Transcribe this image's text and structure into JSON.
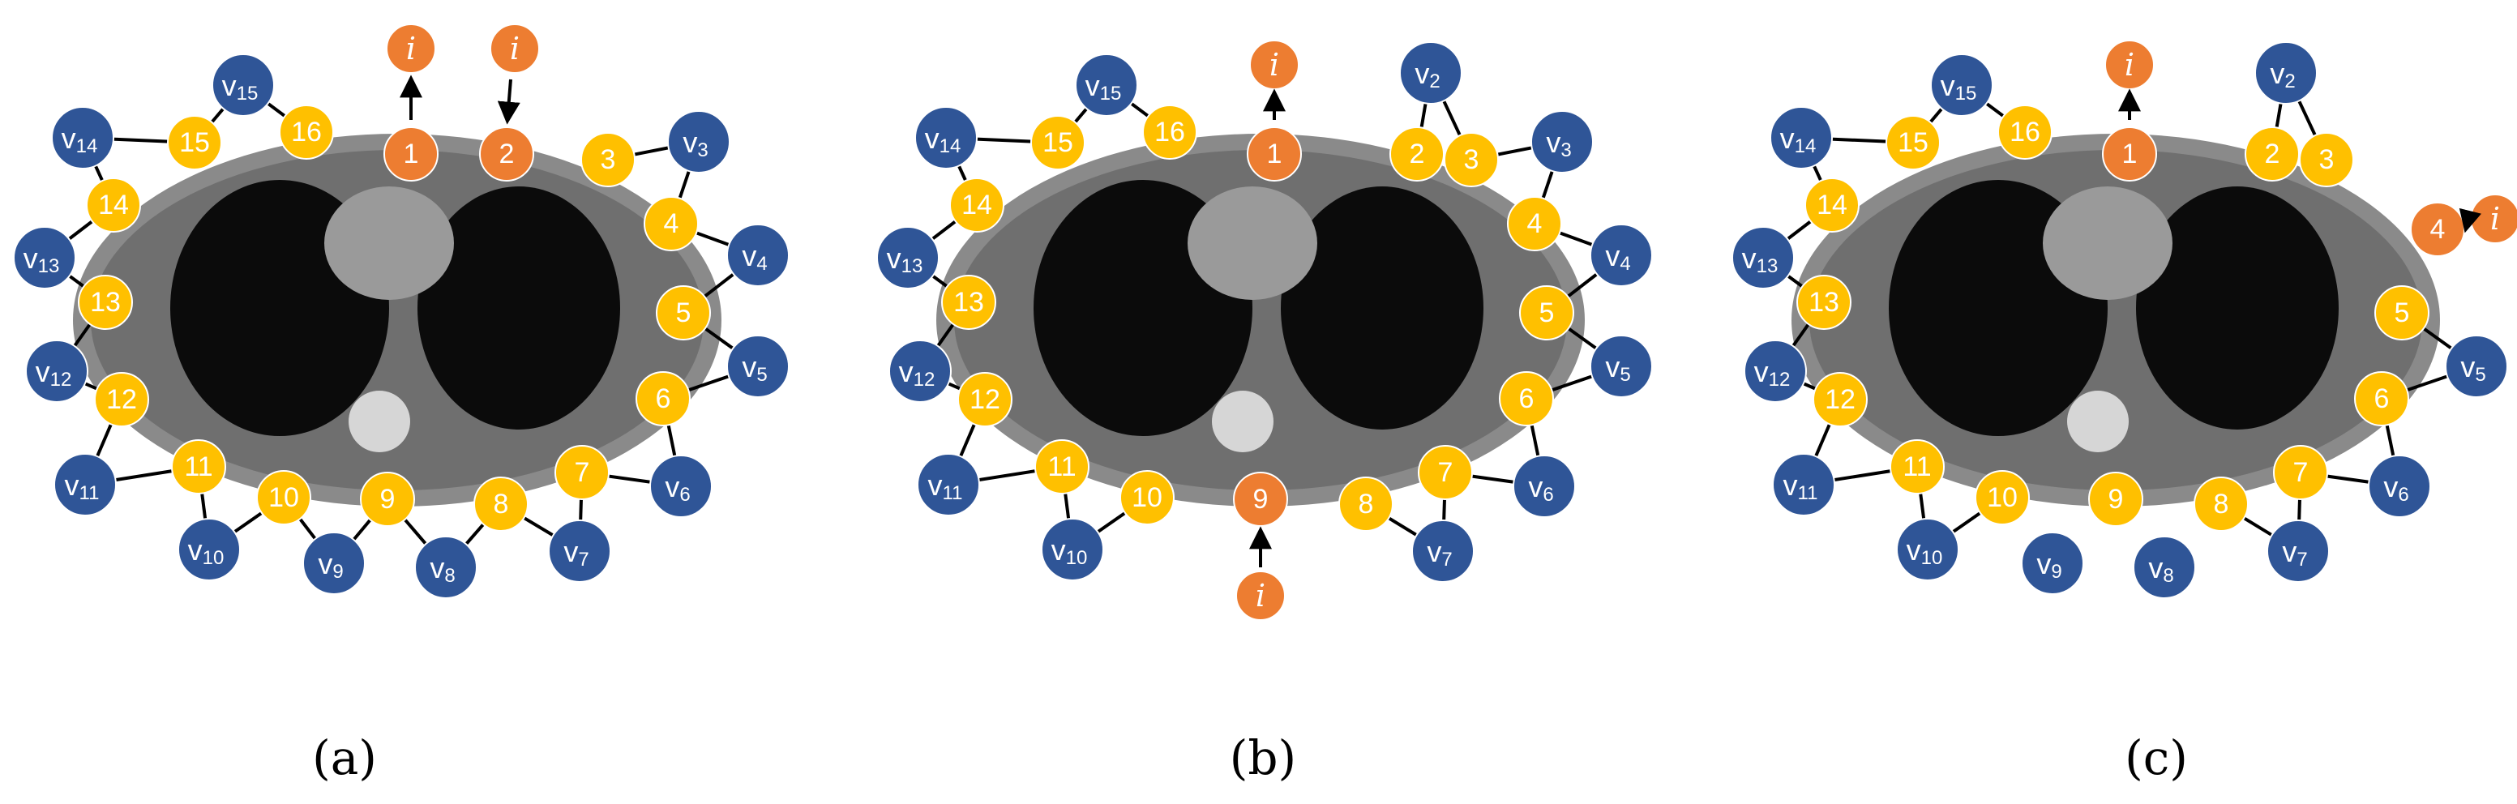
{
  "colors": {
    "sensor": "#FFC000",
    "vertex": "#2F5597",
    "informed": "#ED7D31",
    "edge": "#000000",
    "body": "#8a8a8a",
    "lung": "#0b0b0b"
  },
  "info_label": "i",
  "panels": [
    {
      "caption": "(a)",
      "sensors": [
        "1",
        "2",
        "3",
        "4",
        "5",
        "6",
        "7",
        "8",
        "9",
        "10",
        "11",
        "12",
        "13",
        "14",
        "15",
        "16"
      ],
      "informed_sensors": [
        "1",
        "2"
      ],
      "vertices": [
        {
          "base": "v",
          "sub": "3"
        },
        {
          "base": "v",
          "sub": "4"
        },
        {
          "base": "v",
          "sub": "5"
        },
        {
          "base": "v",
          "sub": "6"
        },
        {
          "base": "v",
          "sub": "7"
        },
        {
          "base": "v",
          "sub": "8"
        },
        {
          "base": "v",
          "sub": "9"
        },
        {
          "base": "v",
          "sub": "10"
        },
        {
          "base": "v",
          "sub": "11"
        },
        {
          "base": "v",
          "sub": "12"
        },
        {
          "base": "v",
          "sub": "13"
        },
        {
          "base": "v",
          "sub": "14"
        },
        {
          "base": "v",
          "sub": "15"
        }
      ]
    },
    {
      "caption": "(b)",
      "sensors": [
        "1",
        "2",
        "3",
        "4",
        "5",
        "6",
        "7",
        "8",
        "9",
        "10",
        "11",
        "12",
        "13",
        "14",
        "15",
        "16"
      ],
      "informed_sensors": [
        "1",
        "9"
      ],
      "vertices": [
        {
          "base": "v",
          "sub": "2"
        },
        {
          "base": "v",
          "sub": "3"
        },
        {
          "base": "v",
          "sub": "4"
        },
        {
          "base": "v",
          "sub": "5"
        },
        {
          "base": "v",
          "sub": "6"
        },
        {
          "base": "v",
          "sub": "7"
        },
        {
          "base": "v",
          "sub": "10"
        },
        {
          "base": "v",
          "sub": "11"
        },
        {
          "base": "v",
          "sub": "12"
        },
        {
          "base": "v",
          "sub": "13"
        },
        {
          "base": "v",
          "sub": "14"
        },
        {
          "base": "v",
          "sub": "15"
        }
      ]
    },
    {
      "caption": "(c)",
      "sensors": [
        "1",
        "2",
        "3",
        "4",
        "5",
        "6",
        "7",
        "8",
        "9",
        "10",
        "11",
        "12",
        "13",
        "14",
        "15",
        "16"
      ],
      "informed_sensors": [
        "1",
        "4"
      ],
      "vertices": [
        {
          "base": "v",
          "sub": "2"
        },
        {
          "base": "v",
          "sub": "5"
        },
        {
          "base": "v",
          "sub": "6"
        },
        {
          "base": "v",
          "sub": "7"
        },
        {
          "base": "v",
          "sub": "8"
        },
        {
          "base": "v",
          "sub": "9"
        },
        {
          "base": "v",
          "sub": "10"
        },
        {
          "base": "v",
          "sub": "11"
        },
        {
          "base": "v",
          "sub": "12"
        },
        {
          "base": "v",
          "sub": "13"
        },
        {
          "base": "v",
          "sub": "14"
        },
        {
          "base": "v",
          "sub": "15"
        }
      ]
    }
  ]
}
